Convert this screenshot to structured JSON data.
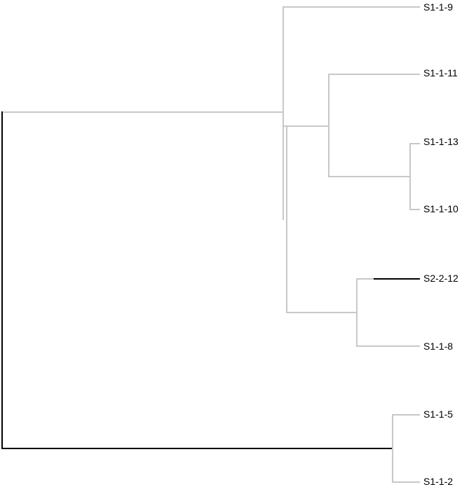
{
  "tree": {
    "leaves": [
      {
        "id": "l1",
        "label": "S1-1-9"
      },
      {
        "id": "l2",
        "label": "S1-1-11"
      },
      {
        "id": "l3",
        "label": "S1-1-13"
      },
      {
        "id": "l4",
        "label": "S1-1-10"
      },
      {
        "id": "l5",
        "label": "S2-2-12"
      },
      {
        "id": "l6",
        "label": "S1-1-8"
      },
      {
        "id": "l7",
        "label": "S1-1-5"
      },
      {
        "id": "l8",
        "label": "S1-1-2"
      }
    ],
    "colors": {
      "branch_default": "#c8c8c8",
      "branch_highlight": "#000000",
      "label_text": "#000000"
    }
  }
}
